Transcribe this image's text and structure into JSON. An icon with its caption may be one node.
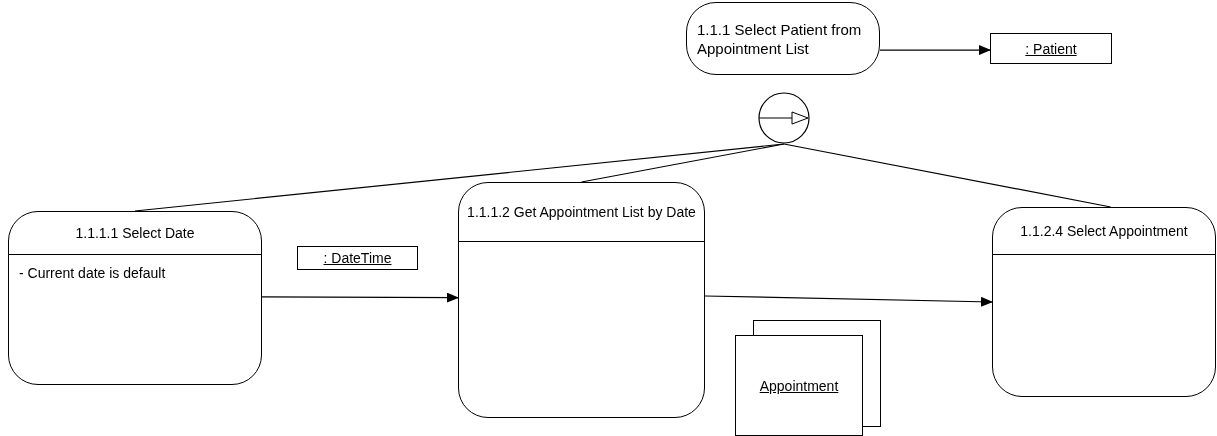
{
  "diagram": {
    "nodes": [
      {
        "text": [
          "1.1.1 Select Patient from Appointment List"
        ]
      },
      {
        "text": [
          ": Patient"
        ]
      },
      {
        "text": [],
        "shape": "circle"
      },
      {
        "text": [
          "1.1.1.1 Select Date",
          "- Current date is default"
        ]
      },
      {
        "text": [
          ": DateTime"
        ]
      },
      {
        "text": [
          "1.1.1.2 Get Appointment List by Date"
        ]
      },
      {
        "text": [
          "Appointment"
        ]
      },
      {
        "text": [
          "1.1.2.4 Select Appointment"
        ]
      }
    ],
    "edges": [
      {
        "from": 0,
        "to": 1,
        "arrow": "to"
      },
      {
        "from": 2,
        "to": 3,
        "arrow": "none"
      },
      {
        "from": 2,
        "to": 5,
        "arrow": "none"
      },
      {
        "from": 2,
        "to": 7,
        "arrow": "none"
      },
      {
        "from": 3,
        "to": 5,
        "arrow": "to"
      },
      {
        "from": 5,
        "to": 7,
        "arrow": "to"
      }
    ]
  }
}
